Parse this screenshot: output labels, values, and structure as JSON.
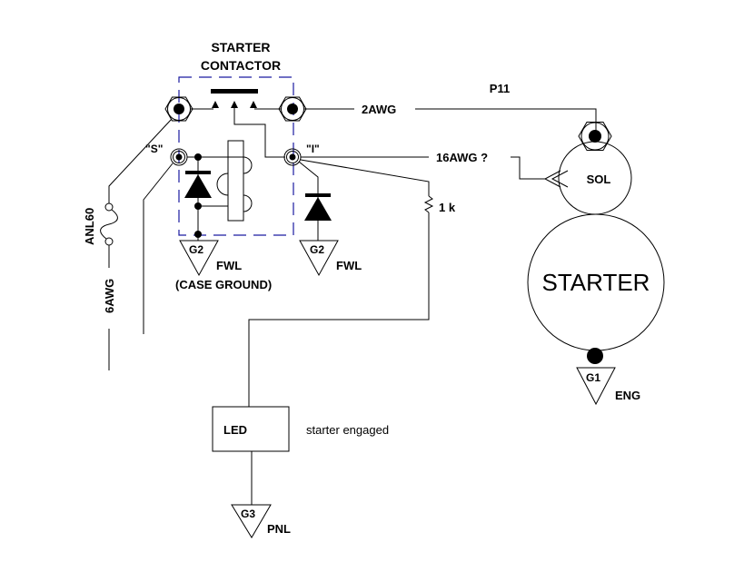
{
  "contactor": {
    "title_line1": "STARTER",
    "title_line2": "CONTACTOR",
    "s_label": "\"S\"",
    "i_label": "\"I\""
  },
  "wires": {
    "main": "2AWG",
    "control": "16AWG ?",
    "feed": "6AWG",
    "fuse": "ANL60",
    "plug": "P11"
  },
  "resistor": {
    "value": "1 k"
  },
  "grounds": [
    {
      "id": "G2",
      "location": "FWL",
      "note": "(CASE GROUND)"
    },
    {
      "id": "G2",
      "location": "FWL"
    },
    {
      "id": "G1",
      "location": "ENG"
    },
    {
      "id": "G3",
      "location": "PNL"
    }
  ],
  "solenoid": {
    "label": "SOL"
  },
  "starter": {
    "label": "STARTER"
  },
  "led": {
    "label": "LED",
    "description": "starter engaged"
  },
  "colors": {
    "enclosure": "#1a1aa0",
    "wire": "#000000"
  }
}
